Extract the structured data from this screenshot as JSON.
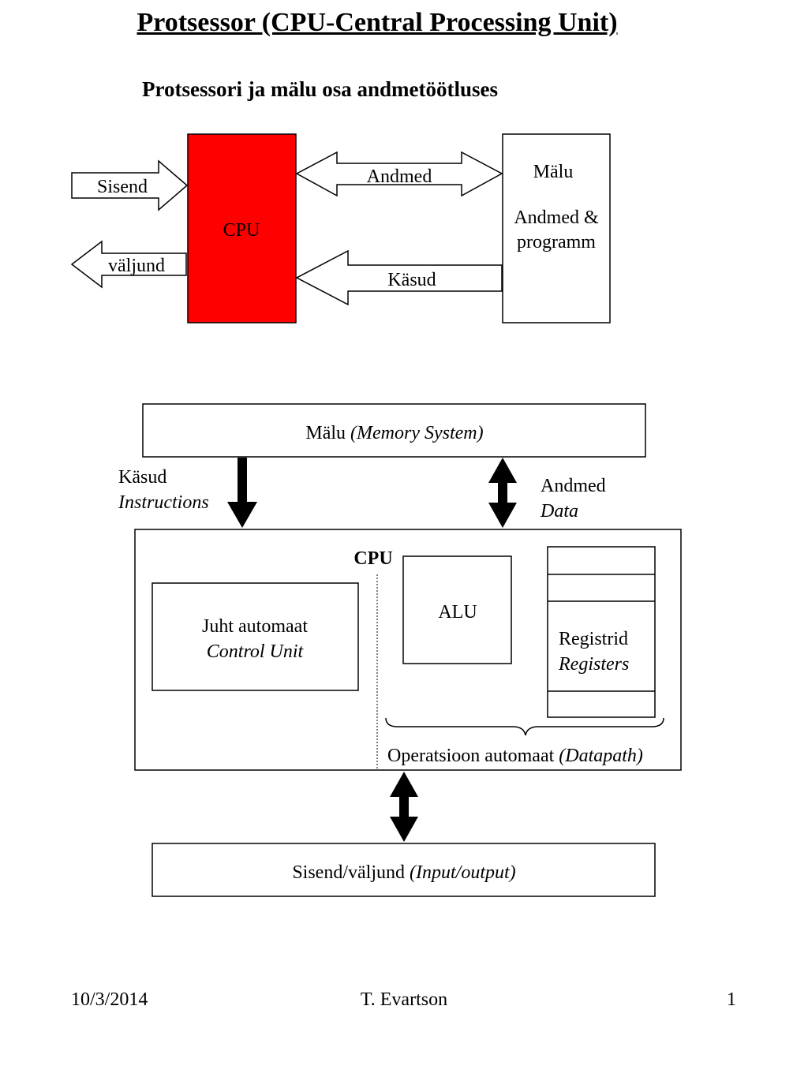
{
  "page": {
    "title": "Protsessor (CPU-Central Processing Unit)",
    "subtitle": "Protsessori ja mälu osa andmetöötluses"
  },
  "diagram1": {
    "input_label": "Sisend",
    "output_label": "väljund",
    "cpu_label": "CPU",
    "data_arrow_label": "Andmed",
    "instructions_arrow_label": "Käsud",
    "memory_title": "Mälu",
    "memory_line1": "Andmed &",
    "memory_line2": "programm",
    "cpu_fill_color": "#ff0000"
  },
  "diagram2": {
    "memory_label": "Mälu",
    "memory_label_en": "(Memory System)",
    "instructions_label": "Käsud",
    "instructions_label_en": "Instructions",
    "data_label": "Andmed",
    "data_label_en": "Data",
    "cpu_label": "CPU",
    "control_unit_label": "Juht automaat",
    "control_unit_label_en": "Control Unit",
    "alu_label": "ALU",
    "registers_label": "Registrid",
    "registers_label_en": "Registers",
    "datapath_label": "Operatsioon automaat",
    "datapath_label_en": "(Datapath)",
    "io_label": "Sisend/väljund",
    "io_label_en": "(Input/output)"
  },
  "footer": {
    "date": "10/3/2014",
    "author": "T. Evartson",
    "page_number": "1"
  }
}
